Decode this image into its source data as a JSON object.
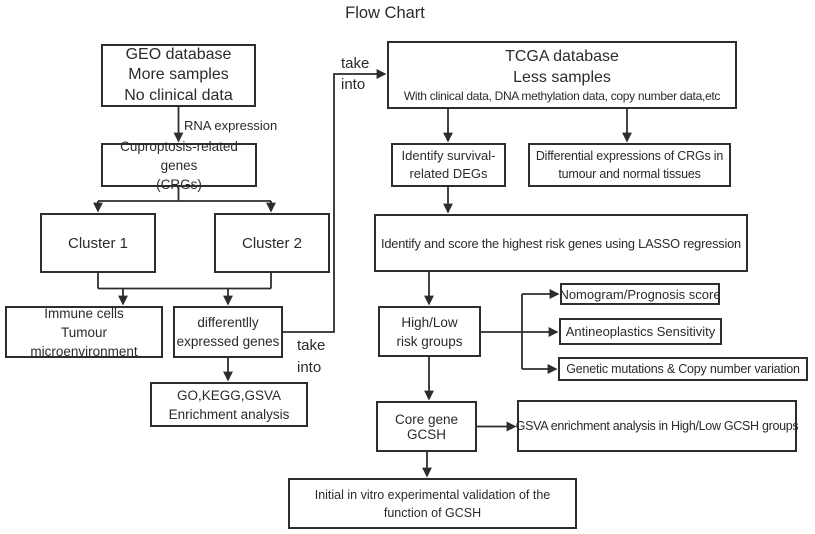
{
  "title": "Flow Chart",
  "colors": {
    "line": "#2d2d2d",
    "text": "#2b2b2b",
    "background": "#ffffff"
  },
  "nodes": {
    "geo": {
      "lines": [
        "GEO database",
        "More samples",
        "No clinical data"
      ]
    },
    "crgs": {
      "lines": [
        "Cuproptosis-related genes",
        "(CRGs)"
      ]
    },
    "cluster1": {
      "label": "Cluster 1"
    },
    "cluster2": {
      "label": "Cluster 2"
    },
    "immune": {
      "lines": [
        "Immune cells",
        "Tumour microenvironment"
      ]
    },
    "deg": {
      "lines": [
        "differentlly",
        "expressed genes"
      ]
    },
    "gokegg": {
      "lines": [
        "GO,KEGG,GSVA",
        "Enrichment analysis"
      ]
    },
    "tcga": {
      "lines": [
        "TCGA database",
        "Less samples",
        "With clinical data, DNA methylation data, copy number data,etc"
      ]
    },
    "survival": {
      "lines": [
        "Identify survival-",
        "related DEGs"
      ]
    },
    "diffexpr": {
      "lines": [
        "Differential expressions of CRGs in",
        "tumour and normal tissues"
      ]
    },
    "lasso": {
      "label": "Identify and score the highest risk genes using LASSO regression"
    },
    "risk": {
      "lines": [
        "High/Low",
        "risk groups"
      ]
    },
    "nomogram": {
      "label": "Nomogram/Prognosis score"
    },
    "antineoplastics": {
      "label": "Antineoplastics Sensitivity"
    },
    "genetic": {
      "label": "Genetic mutations & Copy number variation"
    },
    "gcsh": {
      "label": "Core gene GCSH"
    },
    "gsva": {
      "label": "GSVA enrichment analysis in High/Low GCSH groups"
    },
    "invitro": {
      "lines": [
        "Initial in vitro experimental validation of the",
        "function of GCSH"
      ]
    }
  },
  "edge_labels": {
    "rna": "RNA expression",
    "take_into_top": [
      "take",
      "into"
    ],
    "take_into_bottom": [
      "take",
      "into"
    ]
  }
}
